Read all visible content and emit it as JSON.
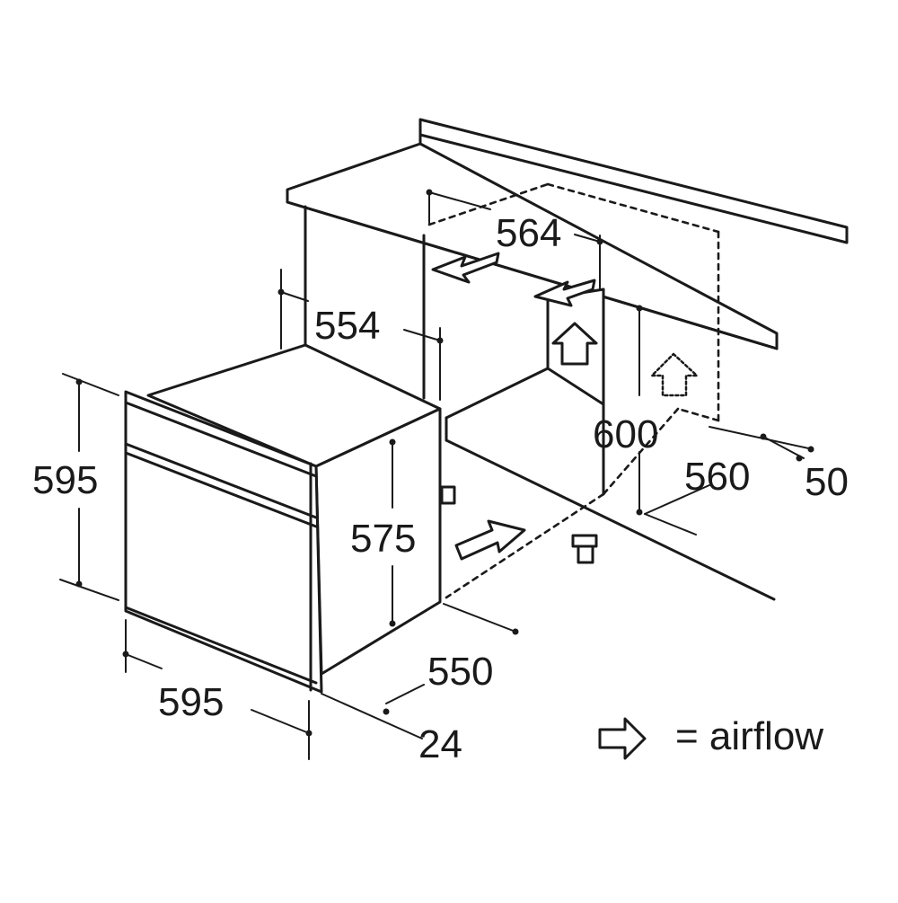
{
  "colors": {
    "ink": "#1a1a1a",
    "background": "#ffffff"
  },
  "dimensions": {
    "cabinet_width_564": "564",
    "oven_depth_554": "554",
    "cabinet_height_600": "600",
    "cabinet_depth_560": "560",
    "rear_gap_50": "50",
    "oven_height_595": "595",
    "oven_body_height_575": "575",
    "oven_body_depth_550": "550",
    "oven_width_595": "595",
    "front_thickness_24": "24"
  },
  "legend": {
    "icon": "airflow-arrow-icon",
    "label": "= airflow"
  }
}
